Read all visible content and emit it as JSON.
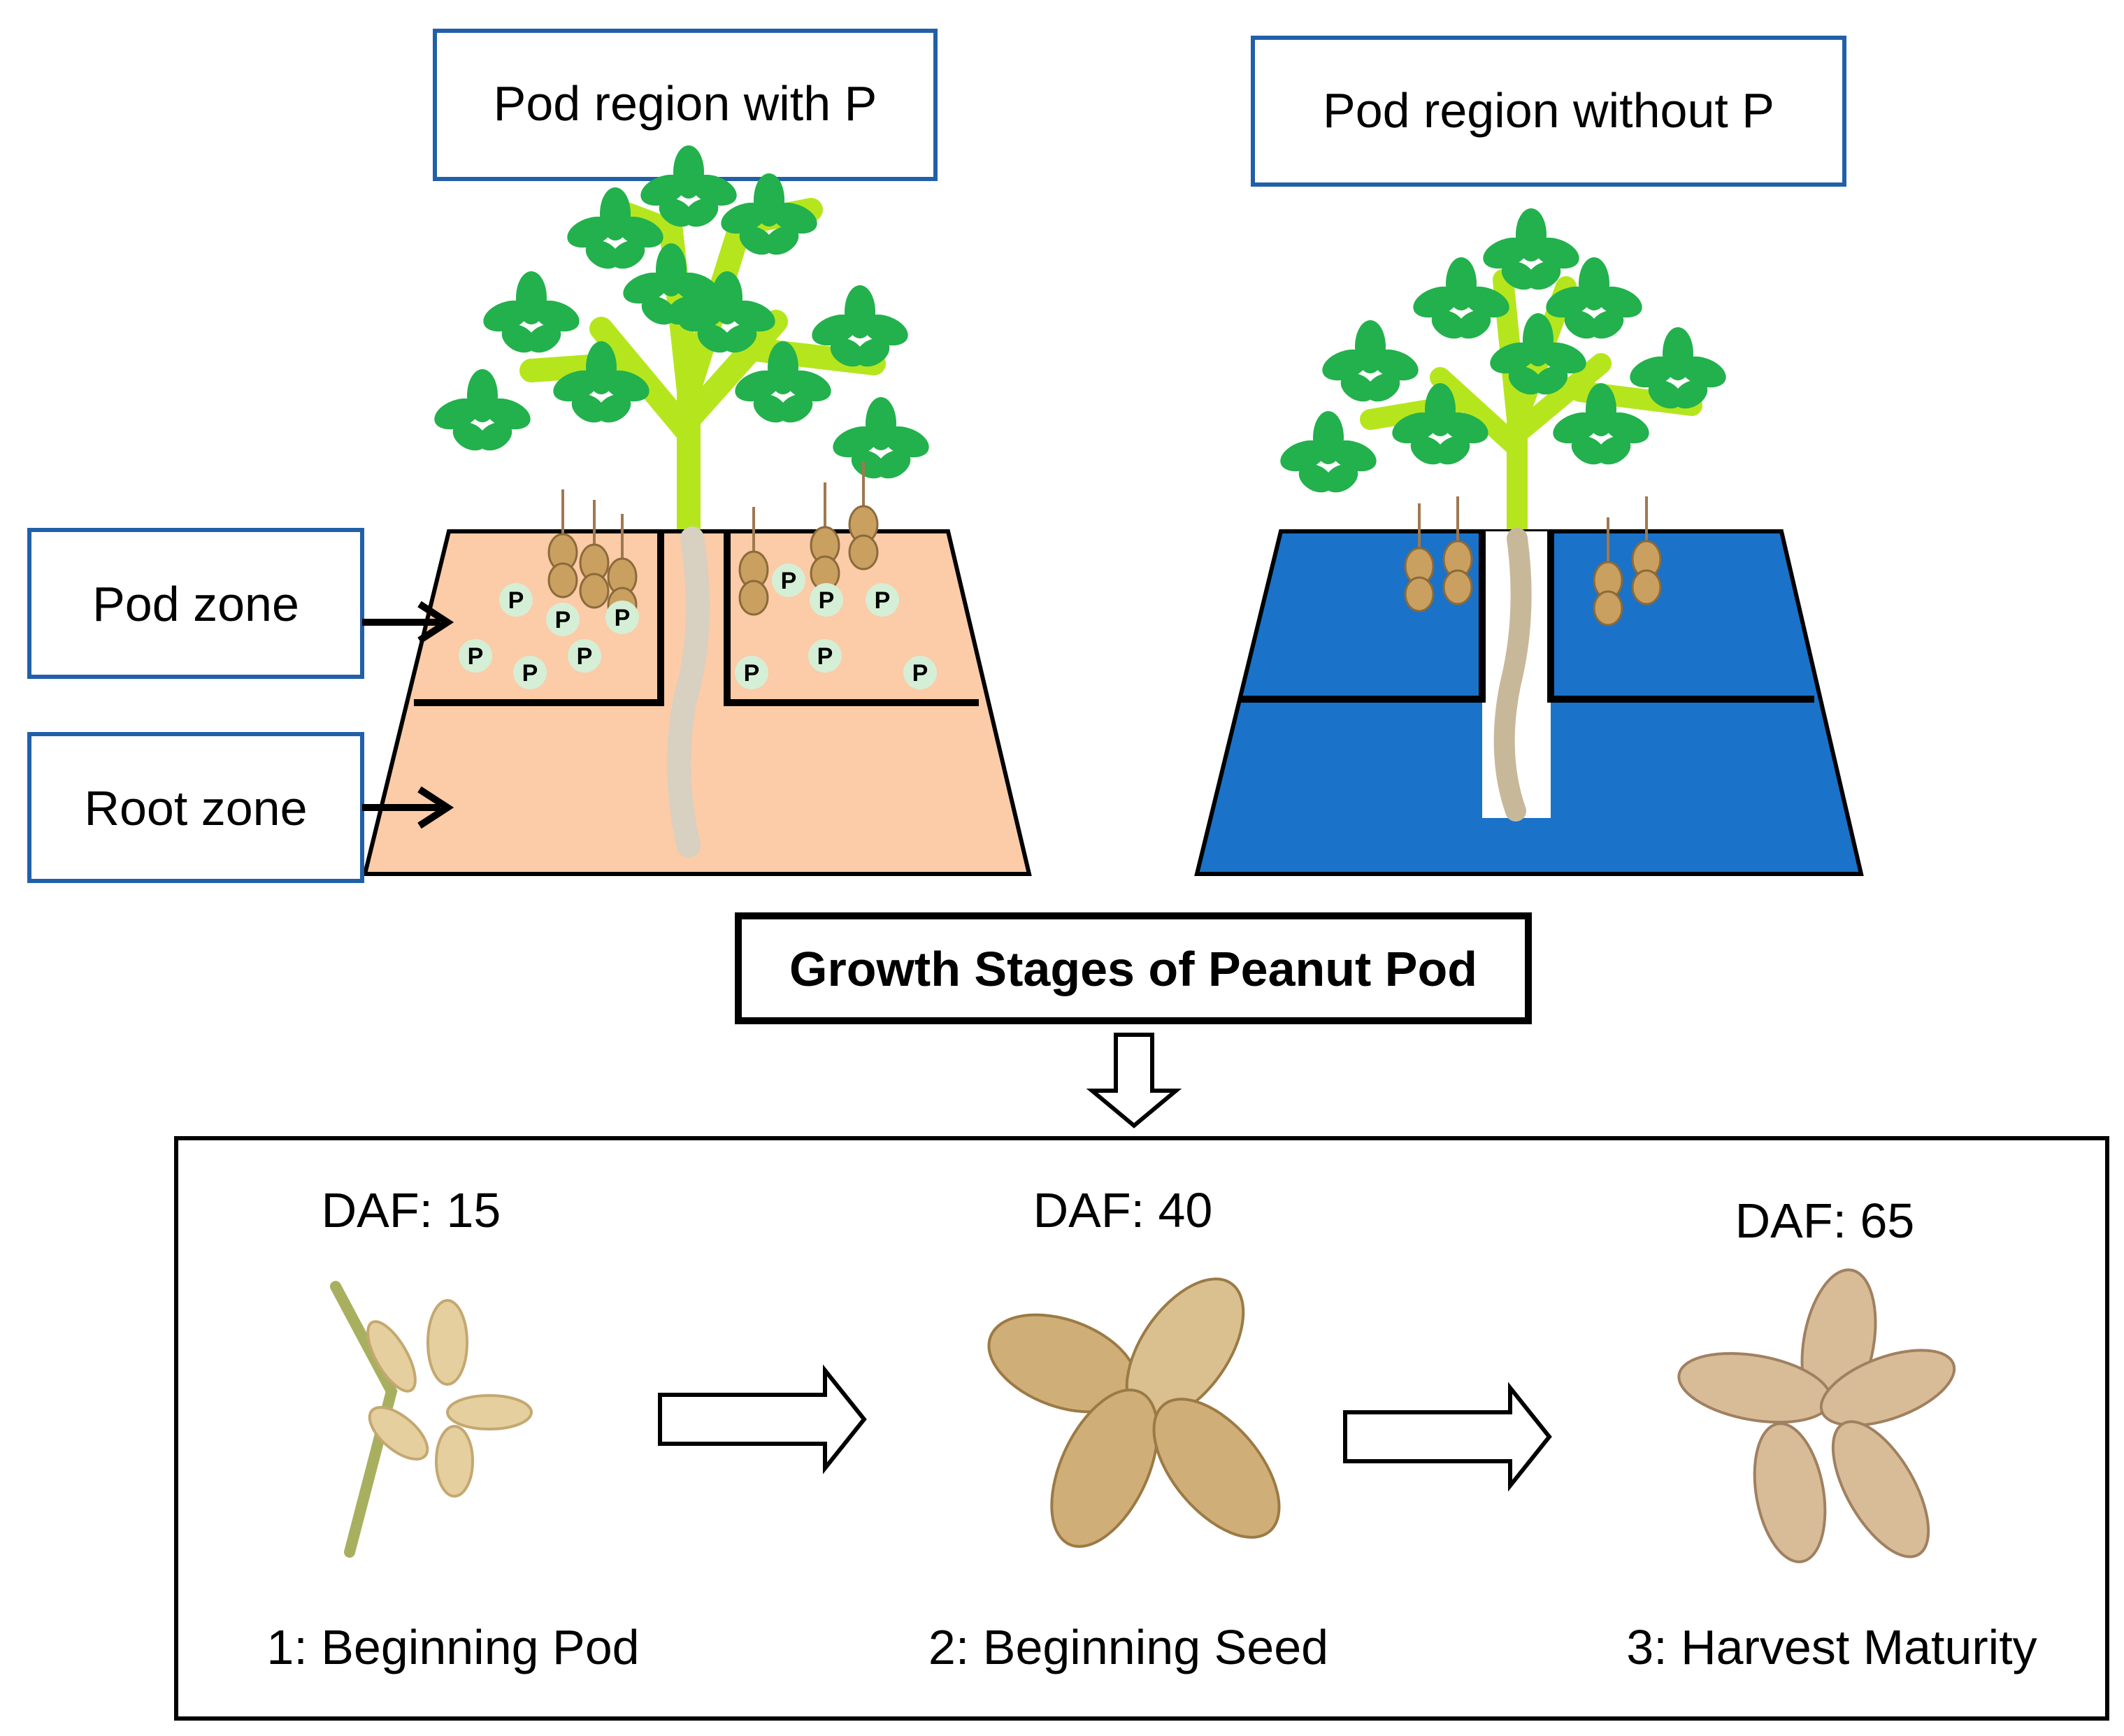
{
  "labels": {
    "pod_region_with_p": "Pod region with P",
    "pod_region_without_p": "Pod region without P",
    "pod_zone": "Pod zone",
    "root_zone": "Root zone",
    "growth_header": "Growth Stages of Peanut Pod",
    "p_marker": "P"
  },
  "stages": [
    {
      "daf": "DAF: 15",
      "name": "1: Beginning Pod"
    },
    {
      "daf": "DAF: 40",
      "name": "2: Beginning Seed"
    },
    {
      "daf": "DAF: 65",
      "name": "3: Harvest Maturity"
    }
  ],
  "colors": {
    "soil_with_p": "#fccba8",
    "soil_without_p": "#1a72c9",
    "box_border": "#2160a8",
    "leaf": "#22b14c",
    "stem": "#b5e61d",
    "p_circle": "#d4efd6",
    "pod": "#c9a060",
    "root": "#d8d0c0"
  },
  "icons": [
    "plant-icon",
    "peanut-pod-icon",
    "root-icon",
    "arrow-right-icon",
    "arrow-down-icon"
  ]
}
